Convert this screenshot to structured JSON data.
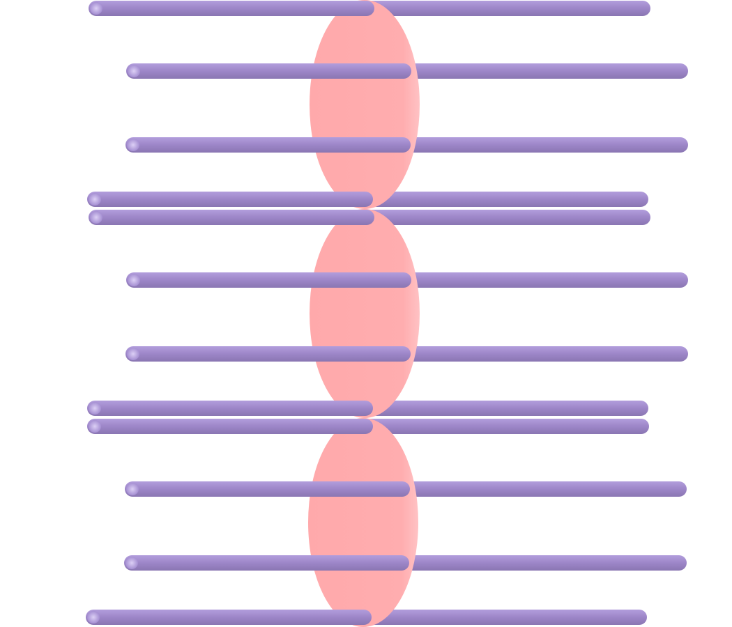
{
  "diagram": {
    "kind": "stacked-helix-rods",
    "colors": {
      "rod_main": "#9d86c8",
      "rod_light": "#b7a4e0",
      "rod_dark": "#8874b0",
      "rod_cap_highlight": "#d6c9f2",
      "ellipse_fill": "#ffabad",
      "ellipse_edge": "#ffc0c2"
    },
    "units": [
      {
        "name": "unit-1",
        "rod_count": 4
      },
      {
        "name": "unit-2",
        "rod_count": 4
      },
      {
        "name": "unit-3",
        "rod_count": 4
      }
    ]
  }
}
